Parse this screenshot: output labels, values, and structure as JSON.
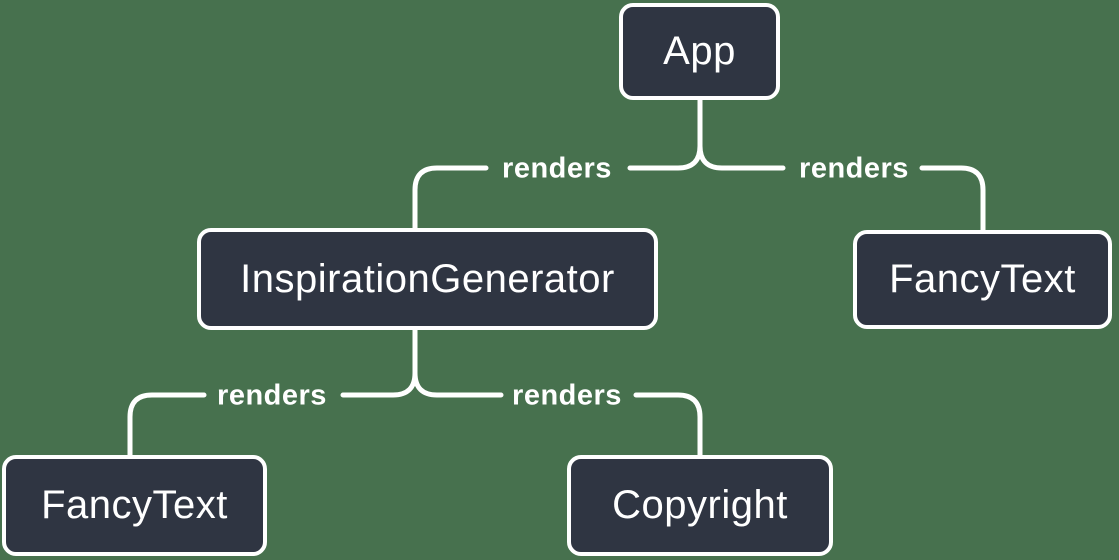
{
  "colors": {
    "background": "#47714E",
    "node_fill": "#2F3542",
    "node_border": "#FFFFFF",
    "connector": "#FFFFFF",
    "text": "#FFFFFF"
  },
  "nodes": [
    {
      "id": "app",
      "label": "App"
    },
    {
      "id": "inspiration-generator",
      "label": "InspirationGenerator"
    },
    {
      "id": "fancy-text-top",
      "label": "FancyText"
    },
    {
      "id": "fancy-text-bottom",
      "label": "FancyText"
    },
    {
      "id": "copyright",
      "label": "Copyright"
    }
  ],
  "edges": [
    {
      "from": "App",
      "to": "InspirationGenerator",
      "label": "renders"
    },
    {
      "from": "App",
      "to": "FancyText",
      "label": "renders"
    },
    {
      "from": "InspirationGenerator",
      "to": "FancyText",
      "label": "renders"
    },
    {
      "from": "InspirationGenerator",
      "to": "Copyright",
      "label": "renders"
    }
  ]
}
